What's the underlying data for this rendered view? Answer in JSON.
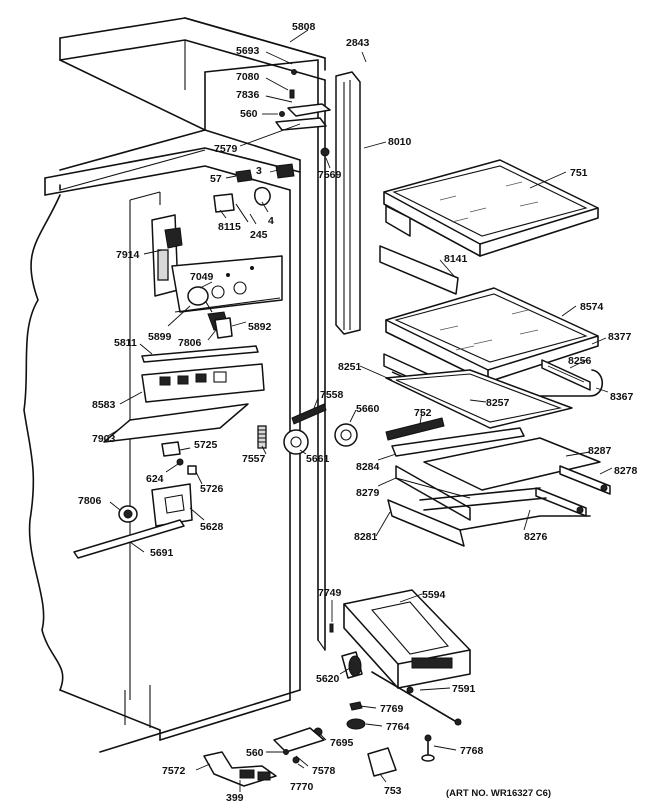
{
  "diagram": {
    "art_number": "(ART NO. WR16327 C6)",
    "callouts": {
      "p5808": "5808",
      "p5693": "5693",
      "p2843": "2843",
      "p7080": "7080",
      "p7836": "7836",
      "p560a": "560",
      "p8010": "8010",
      "p7579": "7579",
      "p7569": "7569",
      "p57": "57",
      "p3": "3",
      "p751": "751",
      "p8115": "8115",
      "p245": "245",
      "p4": "4",
      "p7914": "7914",
      "p8141": "8141",
      "p7049": "7049",
      "p8574": "8574",
      "p5899": "5899",
      "p5892": "5892",
      "p8377": "8377",
      "p7806a": "7806",
      "p5811": "5811",
      "p8256": "8256",
      "p8251": "8251",
      "p8367": "8367",
      "p8257": "8257",
      "p8583": "8583",
      "p7558": "7558",
      "p5660": "5660",
      "p752": "752",
      "p5725": "5725",
      "p8287": "8287",
      "p7903": "7903",
      "p7557": "7557",
      "p5661": "5661",
      "p8284": "8284",
      "p8278": "8278",
      "p624": "624",
      "p5726": "5726",
      "p8279": "8279",
      "p7806b": "7806",
      "p5628": "5628",
      "p8281": "8281",
      "p8276": "8276",
      "p5691": "5691",
      "p7749": "7749",
      "p5594": "5594",
      "p5620": "5620",
      "p7591": "7591",
      "p7769": "7769",
      "p7764": "7764",
      "p7695": "7695",
      "p560b": "560",
      "p7768": "7768",
      "p7572": "7572",
      "p7578": "7578",
      "p7770": "7770",
      "p753": "753",
      "p399": "399"
    }
  }
}
